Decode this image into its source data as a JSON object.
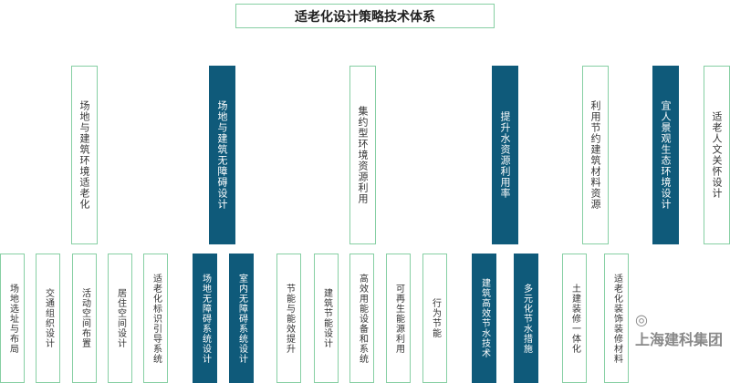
{
  "title": "适老化设计策略技术体系",
  "categories": [
    {
      "label": "场地与建筑环境适老化",
      "highlight": false
    },
    {
      "label": "场地与建筑无障碍设计",
      "highlight": true
    },
    {
      "label": "集约型环境资源利用",
      "highlight": false
    },
    {
      "label": "提升水资源利用率",
      "highlight": true
    },
    {
      "label": "利用节约建筑材料资源",
      "highlight": false
    },
    {
      "label": "宜人景观生态环境设计",
      "highlight": true
    },
    {
      "label": "适老人文关怀设计",
      "highlight": false
    }
  ],
  "items": [
    {
      "label": "场地选址与布局",
      "highlight": false
    },
    {
      "label": "交通组织设计",
      "highlight": false
    },
    {
      "label": "活动空间布置",
      "highlight": false
    },
    {
      "label": "居住空间设计",
      "highlight": false
    },
    {
      "label": "适老化标识引导系统",
      "highlight": false
    },
    {
      "label": "场地无障碍系统设计",
      "highlight": true
    },
    {
      "label": "室内无障碍系统设计",
      "highlight": true
    },
    {
      "label": "节能与能效提升",
      "highlight": false
    },
    {
      "label": "建筑节能设计",
      "highlight": false
    },
    {
      "label": "高效用能设备和系统",
      "highlight": false
    },
    {
      "label": "可再生能源利用",
      "highlight": false
    },
    {
      "label": "行为节能",
      "highlight": false
    },
    {
      "label": "建筑高效节水技术",
      "highlight": true
    },
    {
      "label": "多元化节水措施",
      "highlight": true
    },
    {
      "label": "土建装修一体化",
      "highlight": false
    },
    {
      "label": "适老化装饰装修材料",
      "highlight": false
    }
  ],
  "watermark": "上海建科集团"
}
